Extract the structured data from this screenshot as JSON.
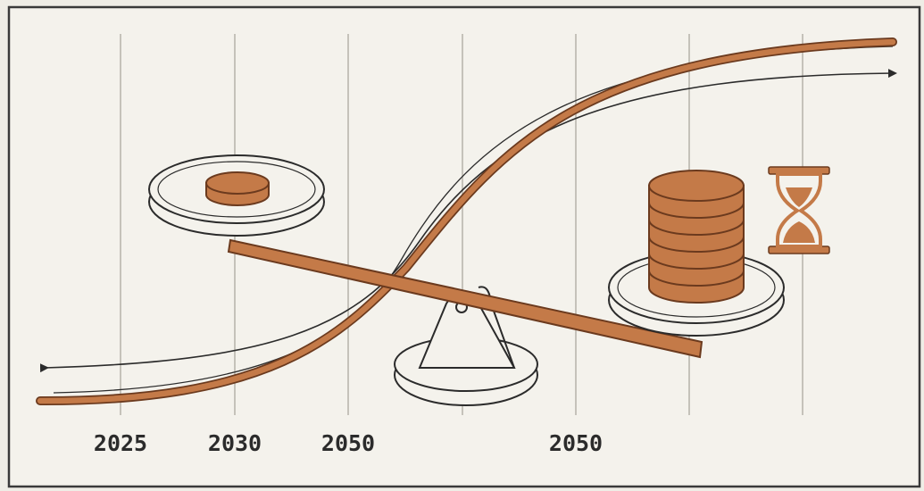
{
  "axis": {
    "year_labels": [
      "2025",
      "2030",
      "2050",
      "2050"
    ]
  },
  "colors": {
    "background": "#efede6",
    "panel": "#f4f2ec",
    "border": "#3a3a3a",
    "gridline": "#b9b6ae",
    "copper": "#c47a48",
    "copper_dark": "#6b3a1e",
    "ink": "#2b2b2b"
  },
  "icons": [
    "balance-scale-icon",
    "single-coin-icon",
    "coin-stack-icon",
    "hourglass-icon",
    "curved-arrow-icon"
  ]
}
